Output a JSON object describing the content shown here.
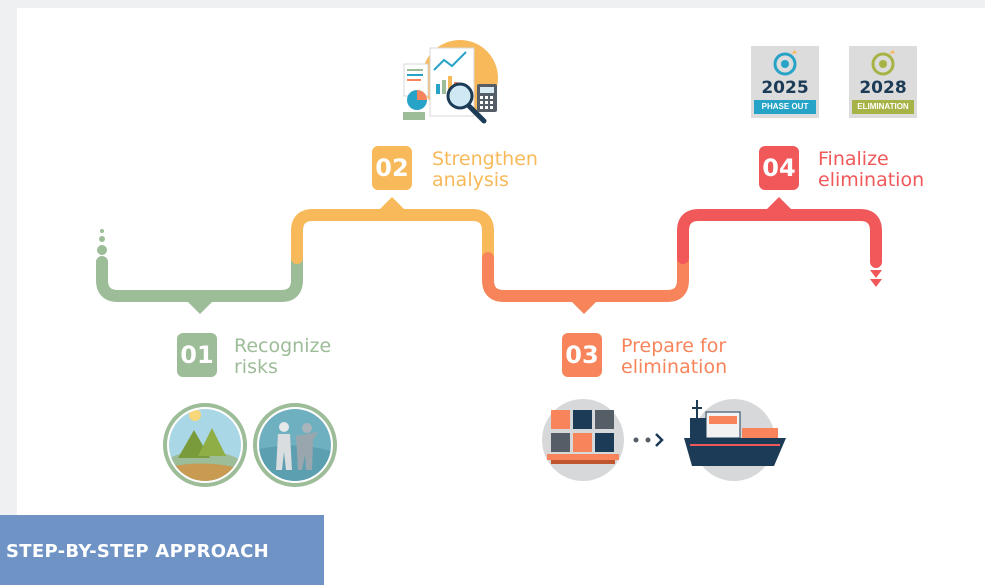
{
  "steps": [
    {
      "number": "01",
      "line1": "Recognize",
      "line2": "risks",
      "color": "#9dbc98"
    },
    {
      "number": "02",
      "line1": "Strengthen",
      "line2": "analysis",
      "color": "#f8b95a"
    },
    {
      "number": "03",
      "line1": "Prepare for",
      "line2": "elimination",
      "color": "#f7845a"
    },
    {
      "number": "04",
      "line1": "Finalize",
      "line2": "elimination",
      "color": "#f0585a"
    }
  ],
  "badges": [
    {
      "year": "2025",
      "label": "PHASE OUT",
      "color": "#27a3c7"
    },
    {
      "year": "2028",
      "label": "ELIMINATION",
      "color": "#a8b347"
    }
  ],
  "footer": {
    "label": "STEP-BY-STEP APPROACH"
  },
  "icons": [
    "landscape-icon",
    "people-icon",
    "data-analysis-icon",
    "cargo-boxes-icon",
    "cargo-ship-icon",
    "target-icon"
  ]
}
